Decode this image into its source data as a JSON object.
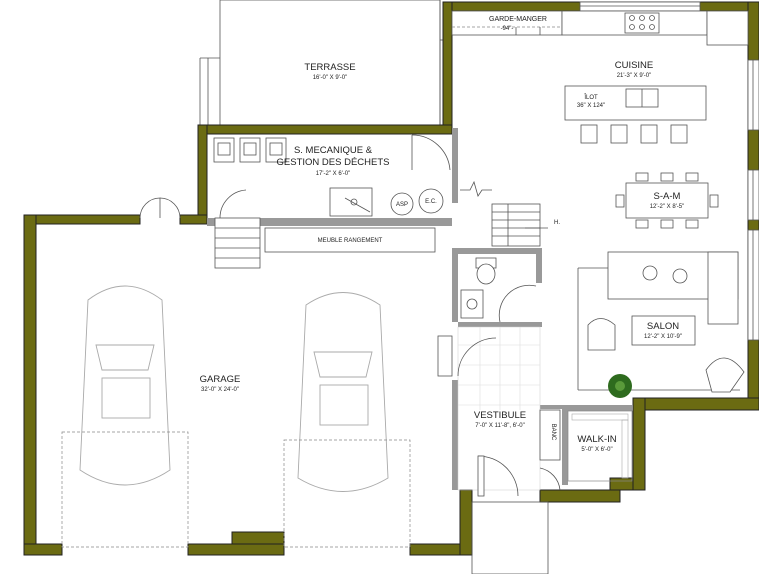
{
  "rooms": {
    "terrasse": {
      "name": "TERRASSE",
      "dims": "16'-0\" X 9'-0\""
    },
    "mecanique": {
      "name1": "S. MECANIQUE &",
      "name2": "GESTION DES DÉCHETS",
      "dims": "17'-2\" X 6'-0\""
    },
    "garage": {
      "name": "GARAGE",
      "dims": "32'-0\" X 24'-0\""
    },
    "cuisine": {
      "name": "CUISINE",
      "dims": "21'-3\" X 9'-0\""
    },
    "ilot": {
      "name": "ÎLOT",
      "dims": "36\" X 124\""
    },
    "sam": {
      "name": "S-A-M",
      "dims": "12'-2\" X 8'-5\""
    },
    "salon": {
      "name": "SALON",
      "dims": "12'-2\" X 10'-9\""
    },
    "vestibule": {
      "name": "VESTIBULE",
      "dims": "7'-0\" X 11'-8\", 6'-0\""
    },
    "walkin": {
      "name": "WALK-IN",
      "dims": "5'-0\" X 6'-0\""
    }
  },
  "fixtures": {
    "garde_manger": {
      "name": "GARDE-MANGER",
      "dims": "-94\"-"
    },
    "meuble": "MEUBLE RANGEMENT",
    "asp": "ASP",
    "ec": "E.C.",
    "banc": "BANC",
    "stair_mark": "H."
  },
  "colors": {
    "wall": "#6b6b12",
    "line": "#555555",
    "accent_plant": "#2e6b1e"
  }
}
